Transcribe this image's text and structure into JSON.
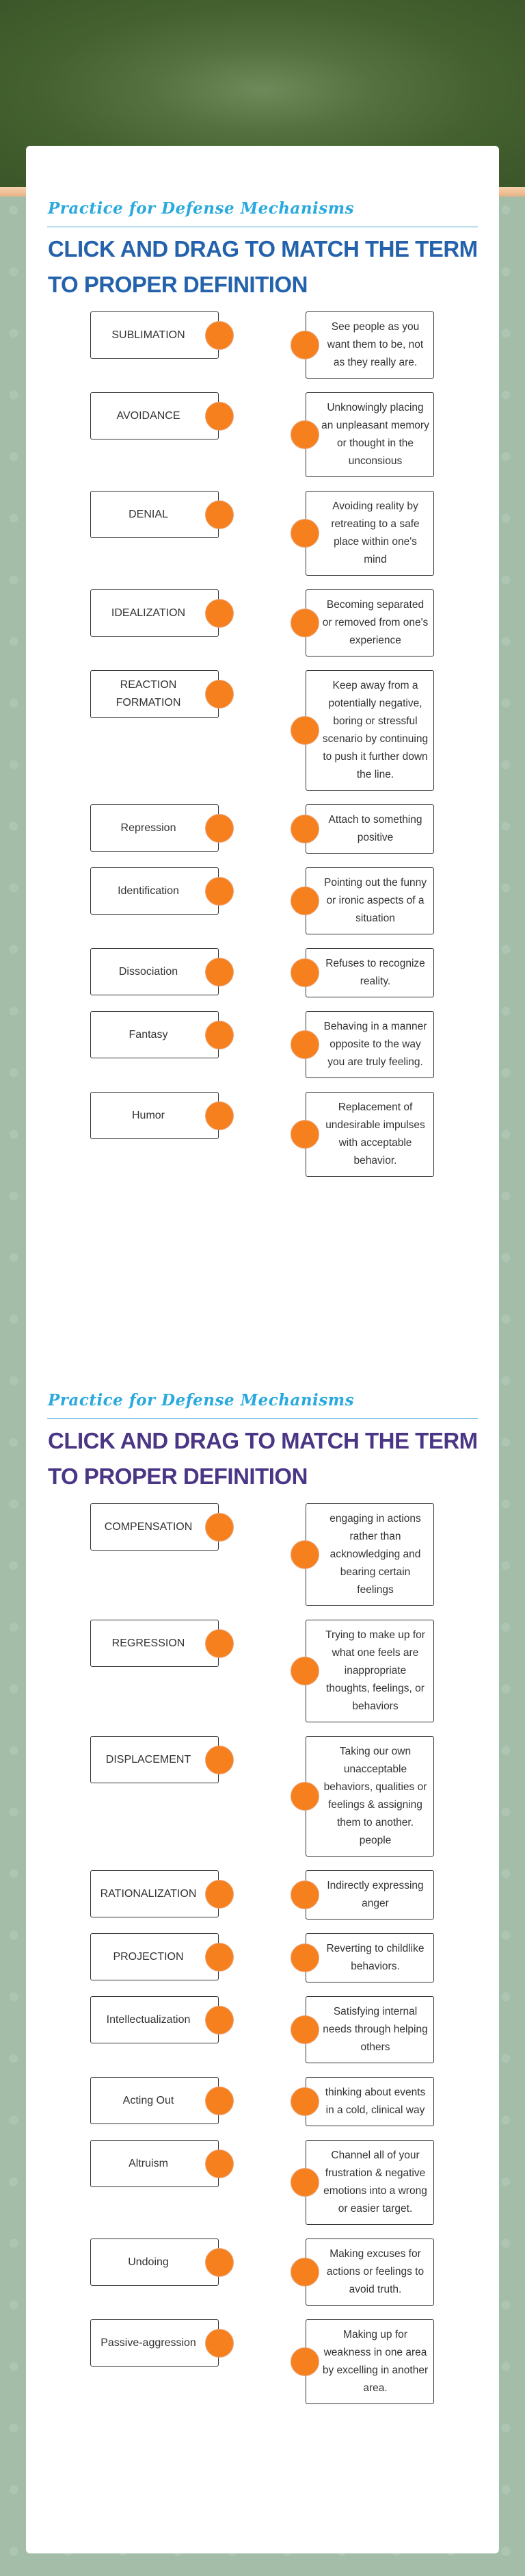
{
  "colors": {
    "accent_orange": "#f7801e",
    "subtitle_blue": "#2aa9df",
    "heading_blue": "#2462ac",
    "heading_purple": "#4b3686"
  },
  "sections": [
    {
      "subtitle": "Practice for Defense Mechanisms",
      "heading": "CLICK AND DRAG TO MATCH THE TERM TO PROPER DEFINITION",
      "terms": [
        "SUBLIMATION",
        "AVOIDANCE",
        "DENIAL",
        "IDEALIZATION",
        "REACTION FORMATION",
        "Repression",
        "Identification",
        "Dissociation",
        "Fantasy",
        "Humor"
      ],
      "definitions": [
        "See people as you want them to be, not as they really are.",
        "Unknowingly placing an unpleasant memory or thought in the unconsious",
        "Avoiding reality by retreating to a safe place within one's mind",
        "Becoming separated or removed from one's experience",
        "Keep away from a potentially negative, boring or stressful scenario by continuing to push it further down the line.",
        "Attach to something positive",
        "Pointing out the funny or ironic aspects of a situation",
        "Refuses to recognize reality.",
        "Behaving in a manner opposite to the way you are truly feeling.",
        "Replacement of undesirable impulses with acceptable behavior."
      ]
    },
    {
      "subtitle": "Practice for Defense Mechanisms",
      "heading": "CLICK AND DRAG TO MATCH THE TERM TO PROPER DEFINITION",
      "terms": [
        "COMPENSATION",
        "REGRESSION",
        "DISPLACEMENT",
        "RATIONALIZATION",
        "PROJECTION",
        "Intellectualization",
        "Acting Out",
        "Altruism",
        "Undoing",
        "Passive-aggression"
      ],
      "definitions": [
        "engaging in actions rather than acknowledging and bearing certain feelings",
        "Trying to make up for what one feels are inappropriate thoughts, feelings, or behaviors",
        "Taking our own unacceptable behaviors, qualities or feelings & assigning them to another. people",
        "Indirectly expressing anger",
        "Reverting to childlike behaviors.",
        "Satisfying internal needs through helping others",
        "thinking about events in a cold, clinical way",
        "Channel all of your frustration & negative emotions into a wrong or easier target.",
        "Making excuses for actions or feelings to avoid truth.",
        "Making up for weakness in one area by excelling in another area."
      ]
    }
  ]
}
